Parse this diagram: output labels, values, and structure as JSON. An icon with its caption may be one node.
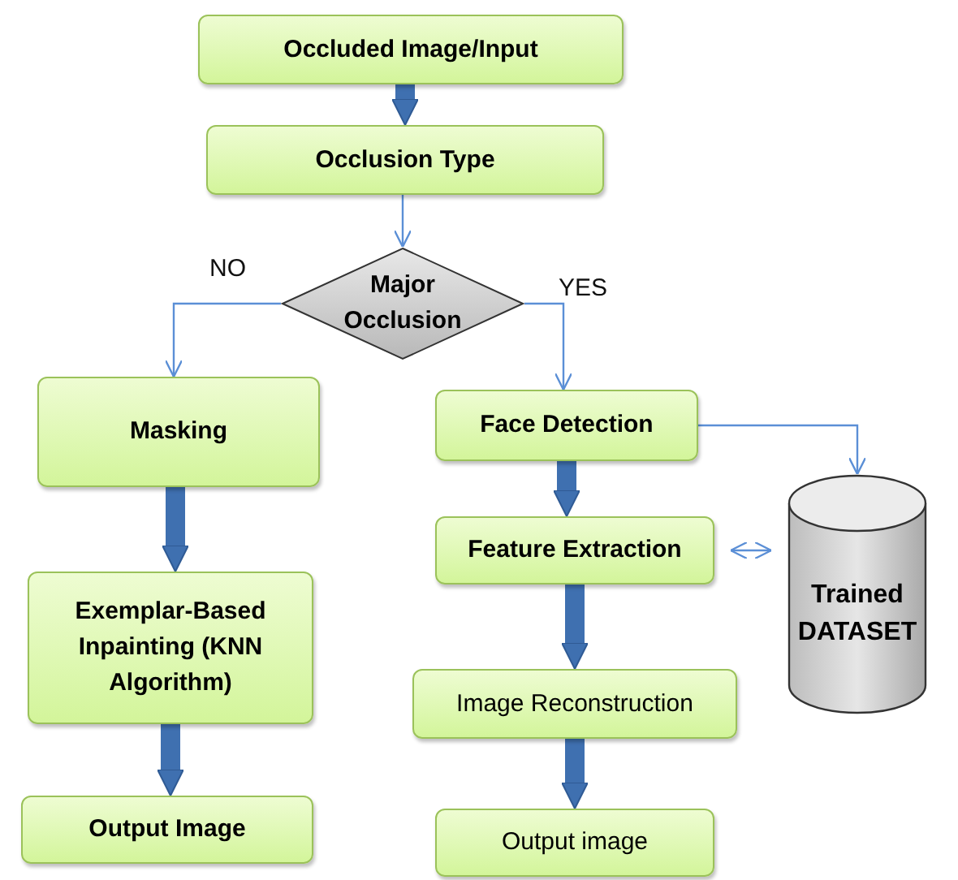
{
  "diagram": {
    "nodes": [
      {
        "text": [
          "Occluded Image/Input"
        ]
      },
      {
        "text": [
          "Occlusion Type"
        ]
      },
      {
        "text": [
          "Major Occlusion"
        ]
      },
      {
        "text": [
          "Masking"
        ]
      },
      {
        "text": [
          "Exemplar-Based Inpainting (KNN Algorithm)"
        ]
      },
      {
        "text": [
          "Output Image"
        ]
      },
      {
        "text": [
          "Face Detection"
        ]
      },
      {
        "text": [
          "Feature Extraction"
        ]
      },
      {
        "text": [
          "Image Reconstruction"
        ]
      },
      {
        "text": [
          "Output image"
        ]
      },
      {
        "text": [
          "Trained DATASET"
        ]
      }
    ],
    "edges": [
      {
        "from": 0,
        "to": 1,
        "arrow": "to"
      },
      {
        "from": 1,
        "to": 2,
        "arrow": "to",
        "color": "#5b8fd6"
      },
      {
        "from": 2,
        "to": 3,
        "arrow": "to",
        "label": "NO",
        "color": "#5b8fd6"
      },
      {
        "from": 2,
        "to": 6,
        "arrow": "to",
        "label": "YES",
        "color": "#5b8fd6"
      },
      {
        "from": 3,
        "to": 4,
        "arrow": "to"
      },
      {
        "from": 4,
        "to": 5,
        "arrow": "to"
      },
      {
        "from": 6,
        "to": 10,
        "arrow": "to",
        "color": "#5b8fd6"
      },
      {
        "from": 6,
        "to": 7,
        "arrow": "to"
      },
      {
        "from": 7,
        "to": 10,
        "arrow": "both",
        "color": "#5b8fd6"
      },
      {
        "from": 7,
        "to": 8,
        "arrow": "to"
      },
      {
        "from": 8,
        "to": 9,
        "arrow": "to"
      }
    ]
  }
}
